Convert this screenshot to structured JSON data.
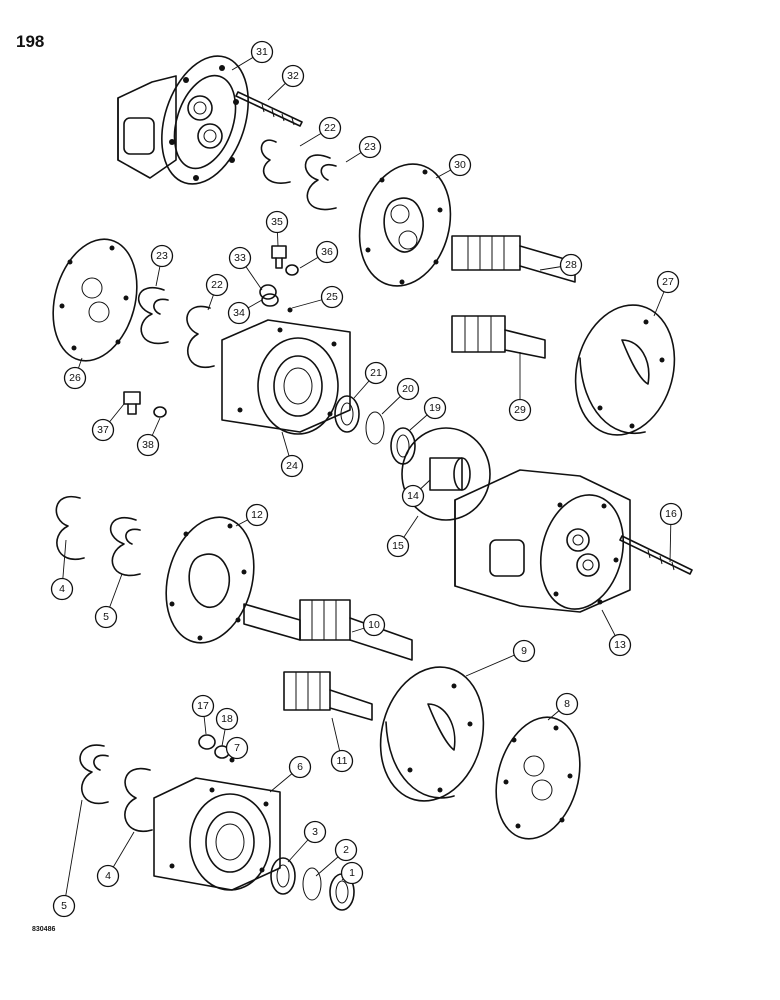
{
  "page": {
    "number": "198",
    "figure_code": "830486"
  },
  "callouts": [
    {
      "id": "1",
      "label": "1"
    },
    {
      "id": "2",
      "label": "2"
    },
    {
      "id": "3",
      "label": "3"
    },
    {
      "id": "4a",
      "label": "4"
    },
    {
      "id": "4b",
      "label": "4"
    },
    {
      "id": "5a",
      "label": "5"
    },
    {
      "id": "5b",
      "label": "5"
    },
    {
      "id": "6",
      "label": "6"
    },
    {
      "id": "7",
      "label": "7"
    },
    {
      "id": "8",
      "label": "8"
    },
    {
      "id": "9",
      "label": "9"
    },
    {
      "id": "10",
      "label": "10"
    },
    {
      "id": "11",
      "label": "11"
    },
    {
      "id": "12",
      "label": "12"
    },
    {
      "id": "13",
      "label": "13"
    },
    {
      "id": "14",
      "label": "14"
    },
    {
      "id": "15",
      "label": "15"
    },
    {
      "id": "16",
      "label": "16"
    },
    {
      "id": "17",
      "label": "17"
    },
    {
      "id": "18",
      "label": "18"
    },
    {
      "id": "19",
      "label": "19"
    },
    {
      "id": "20",
      "label": "20"
    },
    {
      "id": "21",
      "label": "21"
    },
    {
      "id": "22a",
      "label": "22"
    },
    {
      "id": "22b",
      "label": "22"
    },
    {
      "id": "23a",
      "label": "23"
    },
    {
      "id": "23b",
      "label": "23"
    },
    {
      "id": "24",
      "label": "24"
    },
    {
      "id": "25",
      "label": "25"
    },
    {
      "id": "26",
      "label": "26"
    },
    {
      "id": "27",
      "label": "27"
    },
    {
      "id": "28",
      "label": "28"
    },
    {
      "id": "29",
      "label": "29"
    },
    {
      "id": "30",
      "label": "30"
    },
    {
      "id": "31",
      "label": "31"
    },
    {
      "id": "32",
      "label": "32"
    },
    {
      "id": "33",
      "label": "33"
    },
    {
      "id": "34",
      "label": "34"
    },
    {
      "id": "35",
      "label": "35"
    },
    {
      "id": "36",
      "label": "36"
    },
    {
      "id": "37",
      "label": "37"
    },
    {
      "id": "38",
      "label": "38"
    }
  ]
}
